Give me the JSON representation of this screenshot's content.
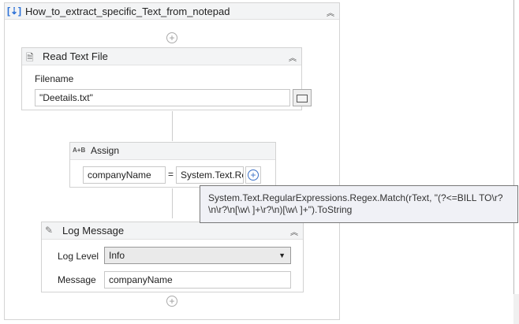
{
  "sequence": {
    "title": "How_to_extract_specific_Text_from_notepad",
    "icon": "sequence-icon"
  },
  "read_text_file": {
    "title": "Read Text File",
    "icon": "read-file-icon",
    "filename_label": "Filename",
    "filename_value": "\"Deetails.txt\""
  },
  "assign": {
    "title": "Assign",
    "icon": "assign-icon",
    "to": "companyName",
    "equals": "=",
    "value": "System.Text.Re"
  },
  "tooltip": {
    "text": "System.Text.RegularExpressions.Regex.Match(rText, \"(?<=BILL TO\\r?\\n\\r?\\n[\\w\\ ]+\\r?\\n)[\\w\\ ]+\").ToString"
  },
  "log_message": {
    "title": "Log Message",
    "icon": "log-message-icon",
    "level_label": "Log Level",
    "level_value": "Info",
    "message_label": "Message",
    "message_value": "companyName"
  }
}
